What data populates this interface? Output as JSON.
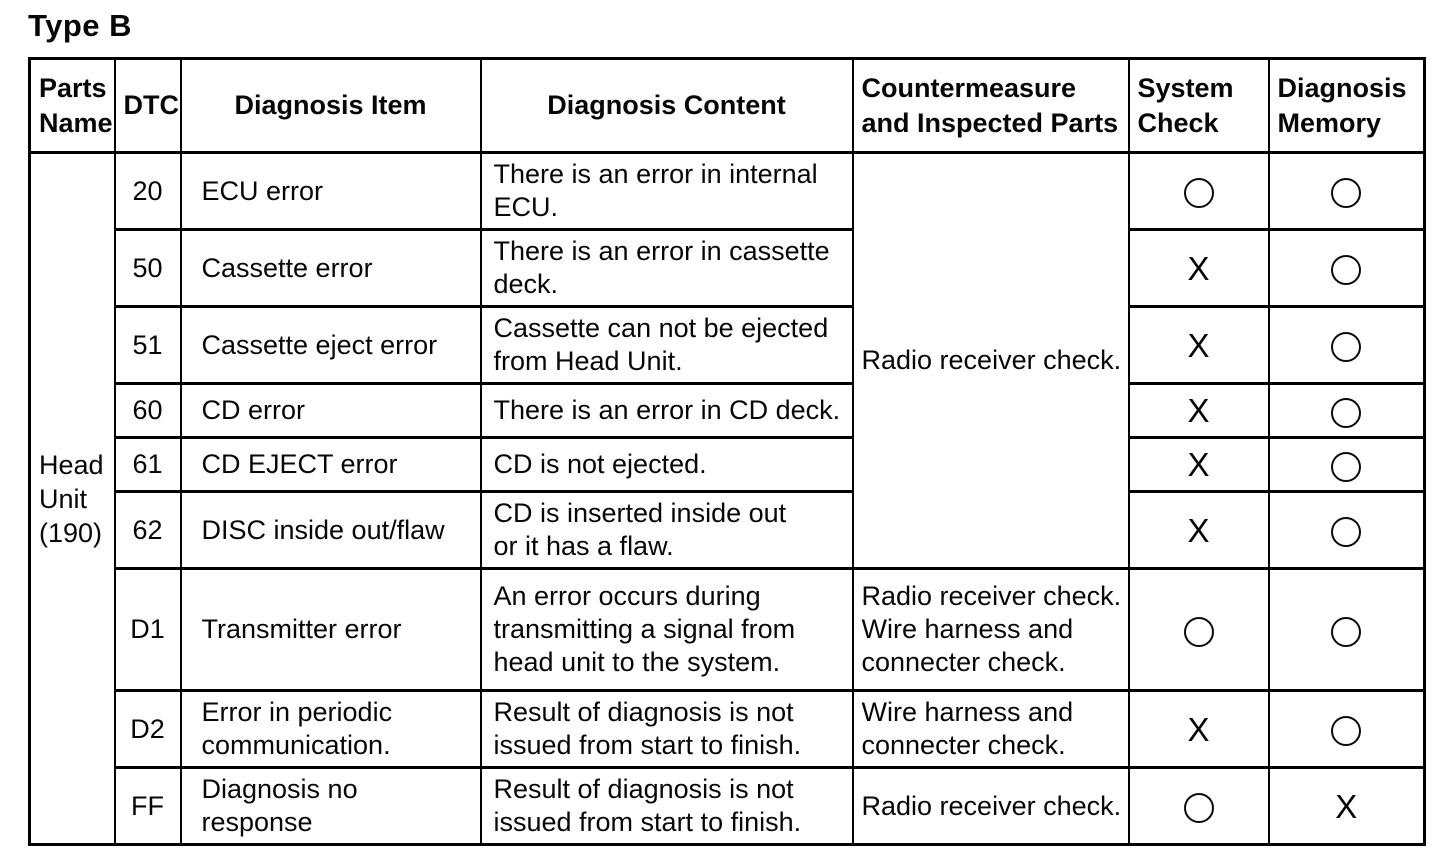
{
  "title": "Type B",
  "table": {
    "headers": {
      "parts_name": "Parts\nName",
      "dtc": "DTC",
      "diagnosis_item": "Diagnosis Item",
      "diagnosis_content": "Diagnosis Content",
      "countermeasure": "Countermeasure\nand Inspected Parts",
      "system_check": "System\nCheck",
      "diagnosis_memory": "Diagnosis\nMemory"
    },
    "parts_name": "Head\nUnit\n(190)",
    "shared_countermeasure": "Radio receiver check.",
    "rows": [
      {
        "dtc": "20",
        "item": "ECU error",
        "content": "There is an error in internal\nECU.",
        "system_check": "circle",
        "diagnosis_memory": "circle"
      },
      {
        "dtc": "50",
        "item": "Cassette error",
        "content": "There is an error in cassette\ndeck.",
        "system_check": "X",
        "diagnosis_memory": "circle"
      },
      {
        "dtc": "51",
        "item": "Cassette eject error",
        "content": "Cassette can not be ejected\nfrom Head Unit.",
        "system_check": "X",
        "diagnosis_memory": "circle"
      },
      {
        "dtc": "60",
        "item": "CD error",
        "content": "There is an error in CD deck.",
        "system_check": "X",
        "diagnosis_memory": "circle"
      },
      {
        "dtc": "61",
        "item": "CD EJECT error",
        "content": "CD is not ejected.",
        "system_check": "X",
        "diagnosis_memory": "circle"
      },
      {
        "dtc": "62",
        "item": "DISC inside out/flaw",
        "content": "CD is inserted inside out\nor it has a flaw.",
        "system_check": "X",
        "diagnosis_memory": "circle"
      },
      {
        "dtc": "D1",
        "item": "Transmitter error",
        "content": "An error occurs during\ntransmitting a signal from\nhead unit to the system.",
        "countermeasure": "Radio receiver check.\nWire harness and\nconnecter check.",
        "system_check": "circle",
        "diagnosis_memory": "circle"
      },
      {
        "dtc": "D2",
        "item": "Error in periodic\ncommunication.",
        "content": "Result of diagnosis is not\nissued from start to finish.",
        "countermeasure": "Wire harness and\nconnecter check.",
        "system_check": "X",
        "diagnosis_memory": "circle"
      },
      {
        "dtc": "FF",
        "item": "Diagnosis no response",
        "content": "Result of diagnosis is not\nissued from start to finish.",
        "countermeasure": "Radio receiver check.",
        "system_check": "circle",
        "diagnosis_memory": "X"
      }
    ]
  }
}
